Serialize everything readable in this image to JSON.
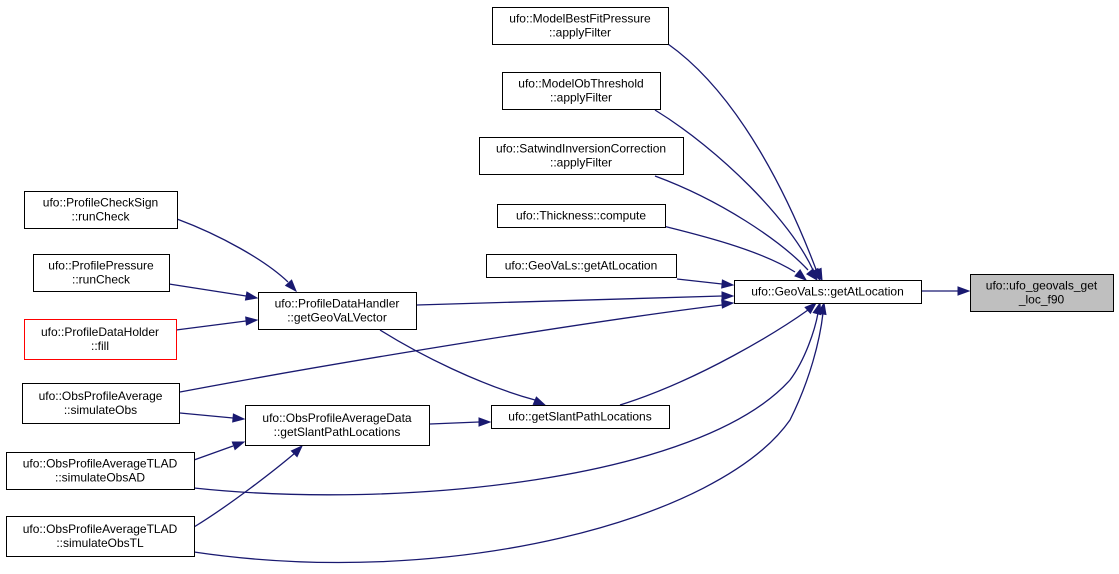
{
  "graph": {
    "nodes": [
      {
        "id": "root",
        "lines": [
          "ufo::ufo_geovals_get",
          "_loc_f90"
        ]
      },
      {
        "id": "getAtLocation",
        "lines": [
          "ufo::GeoVaLs::getAtLocation"
        ]
      },
      {
        "id": "modelBestFit",
        "lines": [
          "ufo::ModelBestFitPressure",
          "::applyFilter"
        ]
      },
      {
        "id": "modelObThreshold",
        "lines": [
          "ufo::ModelObThreshold",
          "::applyFilter"
        ]
      },
      {
        "id": "satwind",
        "lines": [
          "ufo::SatwindInversionCorrection",
          "::applyFilter"
        ]
      },
      {
        "id": "thickness",
        "lines": [
          "ufo::Thickness::compute"
        ]
      },
      {
        "id": "getAtLocation2",
        "lines": [
          "ufo::GeoVaLs::getAtLocation"
        ]
      },
      {
        "id": "profileDataHandler",
        "lines": [
          "ufo::ProfileDataHandler",
          "::getGeoVaLVector"
        ]
      },
      {
        "id": "profileCheckSign",
        "lines": [
          "ufo::ProfileCheckSign",
          "::runCheck"
        ]
      },
      {
        "id": "profilePressure",
        "lines": [
          "ufo::ProfilePressure",
          "::runCheck"
        ]
      },
      {
        "id": "profileDataHolder",
        "lines": [
          "ufo::ProfileDataHolder",
          "::fill"
        ]
      },
      {
        "id": "obsProfileAverage",
        "lines": [
          "ufo::ObsProfileAverage",
          "::simulateObs"
        ]
      },
      {
        "id": "obsProfileAverageData",
        "lines": [
          "ufo::ObsProfileAverageData",
          "::getSlantPathLocations"
        ]
      },
      {
        "id": "getSlantPath",
        "lines": [
          "ufo::getSlantPathLocations"
        ]
      },
      {
        "id": "tladAD",
        "lines": [
          "ufo::ObsProfileAverageTLAD",
          "::simulateObsAD"
        ]
      },
      {
        "id": "tladTL",
        "lines": [
          "ufo::ObsProfileAverageTLAD",
          "::simulateObsTL"
        ]
      }
    ],
    "edges": [
      [
        "getAtLocation",
        "root"
      ],
      [
        "modelBestFit",
        "getAtLocation"
      ],
      [
        "modelObThreshold",
        "getAtLocation"
      ],
      [
        "satwind",
        "getAtLocation"
      ],
      [
        "thickness",
        "getAtLocation"
      ],
      [
        "getAtLocation2",
        "getAtLocation"
      ],
      [
        "profileDataHandler",
        "getAtLocation"
      ],
      [
        "obsProfileAverage",
        "getAtLocation"
      ],
      [
        "getSlantPath",
        "getAtLocation"
      ],
      [
        "tladAD",
        "getAtLocation"
      ],
      [
        "tladTL",
        "getAtLocation"
      ],
      [
        "profileCheckSign",
        "profileDataHandler"
      ],
      [
        "profilePressure",
        "profileDataHandler"
      ],
      [
        "profileDataHolder",
        "profileDataHandler"
      ],
      [
        "profileDataHandler",
        "getSlantPath"
      ],
      [
        "obsProfileAverageData",
        "getSlantPath"
      ],
      [
        "obsProfileAverage",
        "obsProfileAverageData"
      ],
      [
        "tladAD",
        "obsProfileAverageData"
      ],
      [
        "tladTL",
        "obsProfileAverageData"
      ]
    ],
    "colors": {
      "edge": "#191970",
      "root_fill": "#bfbfbf",
      "highlight_border": "#ff0000"
    }
  }
}
